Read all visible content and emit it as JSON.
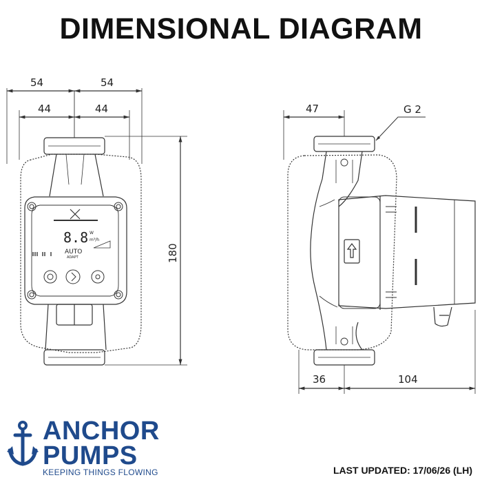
{
  "title": "DIMENSIONAL DIAGRAM",
  "front_view": {
    "dim_top_outer_left": "54",
    "dim_top_outer_right": "54",
    "dim_top_inner_left": "44",
    "dim_top_inner_right": "44",
    "dim_height": "180",
    "display_digits": "8.8",
    "display_unit_w": "W",
    "display_unit_m3h": "m³/h",
    "display_auto": "AUTO",
    "display_adapt": "ADAPT"
  },
  "side_view": {
    "dim_top": "47",
    "thread_label": "G 2",
    "dim_bottom_left": "36",
    "dim_bottom_right": "104"
  },
  "logo": {
    "line1": "ANCHOR",
    "line2": "PUMPS",
    "tagline": "KEEPING THINGS FLOWING"
  },
  "last_updated": "LAST UPDATED: 17/06/26 (LH)",
  "colors": {
    "brand_blue": "#1f4a8c",
    "line": "#333333"
  }
}
